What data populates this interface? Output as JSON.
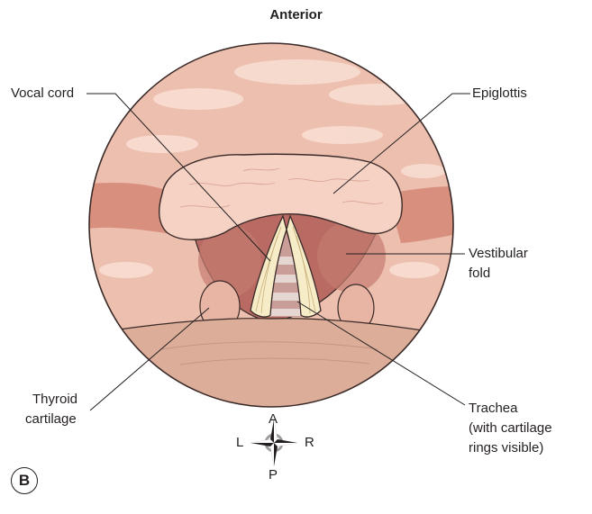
{
  "title": "Anterior",
  "labels": {
    "vocal_cord": "Vocal cord",
    "epiglottis": "Epiglottis",
    "vestibular_fold_1": "Vestibular",
    "vestibular_fold_2": "fold",
    "thyroid_1": "Thyroid",
    "thyroid_2": "cartilage",
    "trachea_1": "Trachea",
    "trachea_2": "(with cartilage",
    "trachea_3": "rings visible)"
  },
  "compass": {
    "north": "A",
    "south": "P",
    "west": "L",
    "east": "R"
  },
  "panel_letter": "B",
  "colors": {
    "tissue_outer": "#edbfae",
    "tissue_highlight": "#f8ddd2",
    "tissue_fold": "#d98f7e",
    "cavity": "#b86a63",
    "epiglottis": "#f5d2c4",
    "cord": "#f7ecc8",
    "trachea_ring": "#d9c3c0",
    "floor": "#dcae9a",
    "outline": "#3a2a28"
  }
}
